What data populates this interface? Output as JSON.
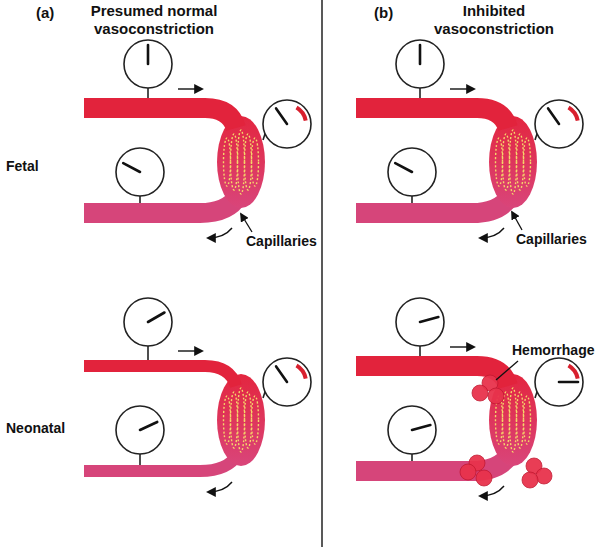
{
  "diagram": {
    "labels": [
      "(a)",
      "Presumed normal vasoconstriction",
      "(b)",
      "Inhibited vasoconstriction",
      "Fetal",
      "Neonatal",
      "Capillaries",
      "Capillaries",
      "Hemorrhage"
    ]
  }
}
